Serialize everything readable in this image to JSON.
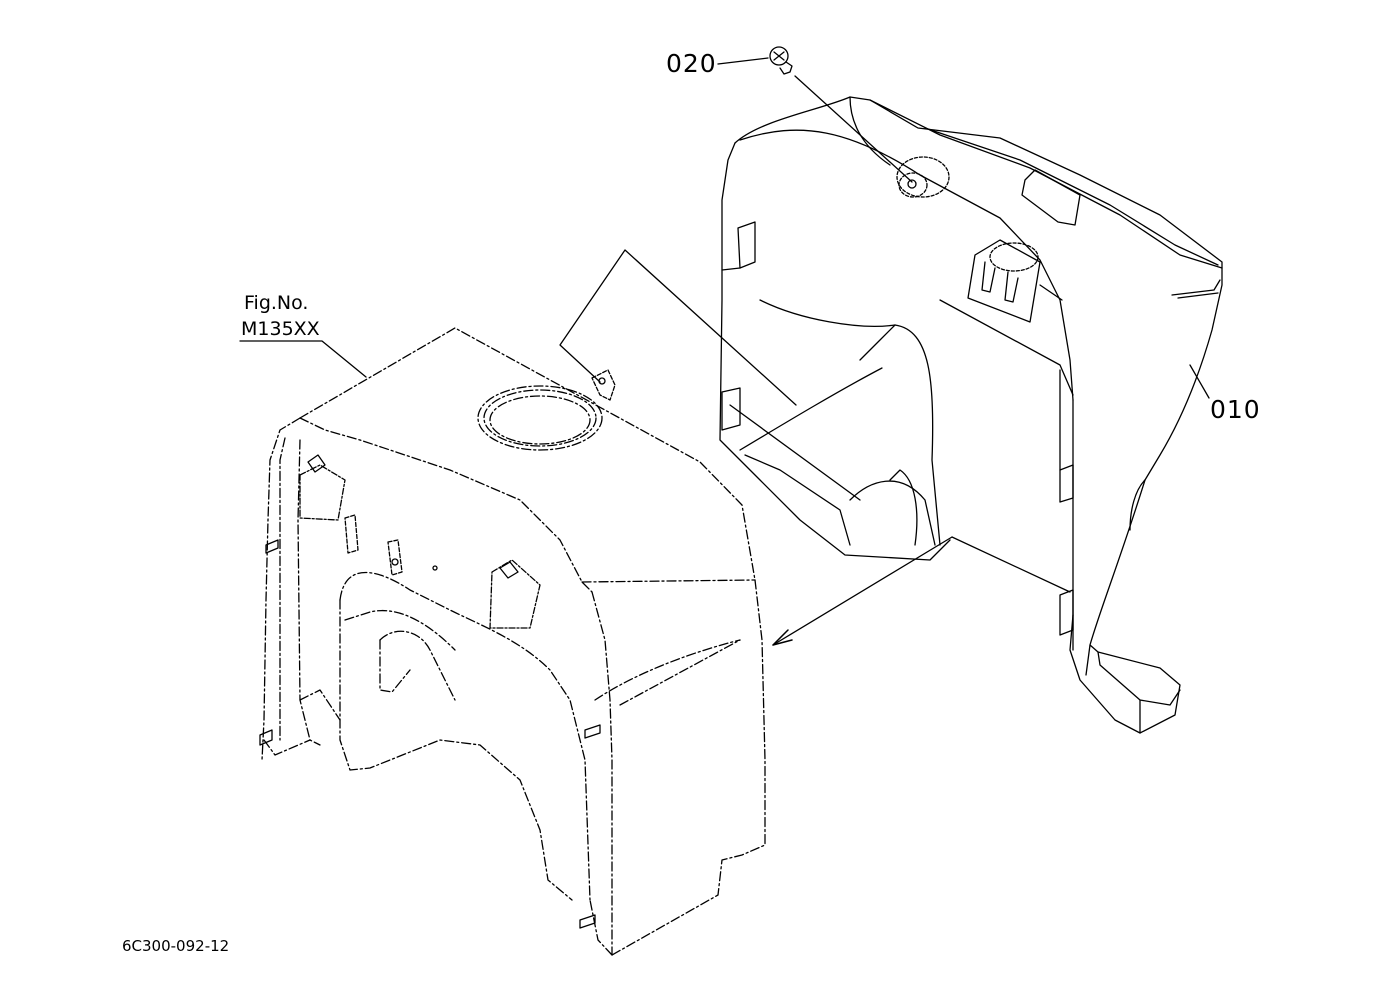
{
  "callouts": {
    "screw": "020",
    "panel": "010"
  },
  "figure_ref": {
    "label": "Fig.No.",
    "code": "M135XX"
  },
  "drawing_code": "6C300-092-12",
  "colors": {
    "line": "#000000",
    "background": "#ffffff"
  }
}
